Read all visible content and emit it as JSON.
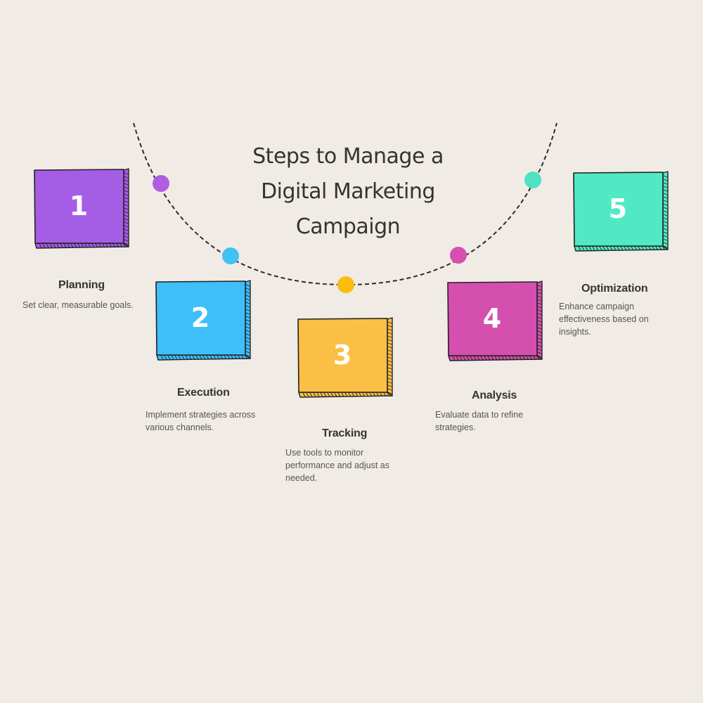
{
  "title": {
    "line1": "Steps to Manage a",
    "line2": "Digital Marketing",
    "line3": "Campaign"
  },
  "steps": [
    {
      "number": "1",
      "title": "Planning",
      "description": "Set clear, measurable goals.",
      "color": "#a65de6"
    },
    {
      "number": "2",
      "title": "Execution",
      "description": "Implement strategies across various channels.",
      "color": "#3ebff9"
    },
    {
      "number": "3",
      "title": "Tracking",
      "description": "Use tools to monitor performance and adjust as needed.",
      "color": "#fbbf45"
    },
    {
      "number": "4",
      "title": "Analysis",
      "description": "Evaluate data to refine strategies.",
      "color": "#d54faf"
    },
    {
      "number": "5",
      "title": "Optimization",
      "description": "Enhance campaign effectiveness based on insights.",
      "color": "#50e9c3"
    }
  ],
  "colors": {
    "background": "#f1ebe6",
    "text": "#333333",
    "dot_1": "#b05ee0",
    "dot_2": "#40c2f7",
    "dot_3": "#fbbd0d",
    "dot_4": "#d64eb0",
    "dot_5": "#4fe2c0"
  }
}
